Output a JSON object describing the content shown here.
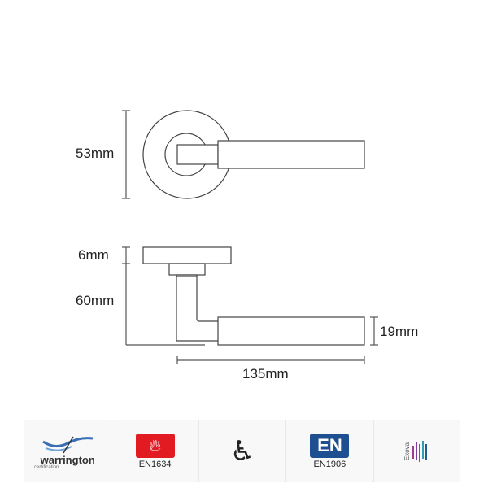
{
  "dimensions": {
    "rose_diameter": "53mm",
    "rose_thickness": "6mm",
    "projection": "60mm",
    "lever_thickness": "19mm",
    "lever_length": "135mm"
  },
  "certifications": [
    {
      "name": "warrington",
      "sub": "certification",
      "icon": "warrington-logo"
    },
    {
      "caption": "EN1634",
      "icon": "fire-icon",
      "color": "#e21b23"
    },
    {
      "icon": "wheelchair-icon"
    },
    {
      "badge": "EN",
      "caption": "EN1906",
      "color": "#1d4f91"
    },
    {
      "name": "Exova",
      "icon": "exova-logo"
    }
  ]
}
